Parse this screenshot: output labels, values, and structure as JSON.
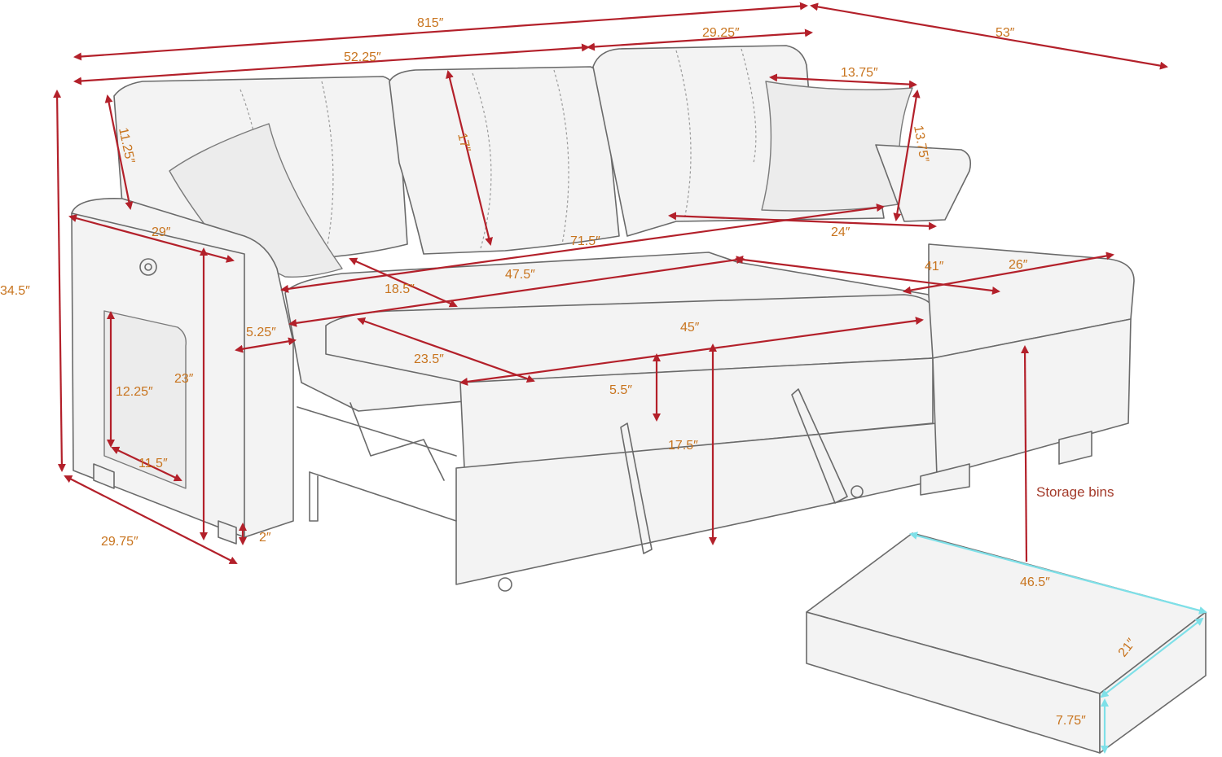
{
  "diagram": {
    "colors": {
      "dimension_line": "#b3202a",
      "bin_dimension_line": "#7ee0e8",
      "label_text": "#c8741e",
      "callout_text": "#a33a2a",
      "sketch_stroke": "#6a6a6a",
      "background": "#ffffff"
    },
    "labels": {
      "overall_width": "815″",
      "left_section_width": "52.25″",
      "right_back_width": "29.25″",
      "chaise_depth": "53″",
      "back_cushion_height": "11.25″",
      "center_back_height": "17″",
      "pillow_width": "13.75″",
      "pillow_height": "13.75″",
      "overall_height": "34.5″",
      "arm_depth": "29″",
      "seat_width": "71.5″",
      "chaise_seat_width": "24″",
      "seat_depth": "18.5″",
      "main_seat_width": "47.5″",
      "chaise_seat_depth": "41″",
      "chaise_width": "26″",
      "arm_width": "5.25″",
      "bed_width": "45″",
      "bed_depth": "23.5″",
      "mattress_thickness": "5.5″",
      "arm_height": "23″",
      "pocket_height": "12.25″",
      "pocket_width": "11.5″",
      "bed_height": "17.5″",
      "leg_height": "2″",
      "side_depth": "29.75″",
      "storage_callout": "Storage bins",
      "bin_length": "46.5″",
      "bin_width": "21″",
      "bin_height": "7.75″"
    }
  }
}
